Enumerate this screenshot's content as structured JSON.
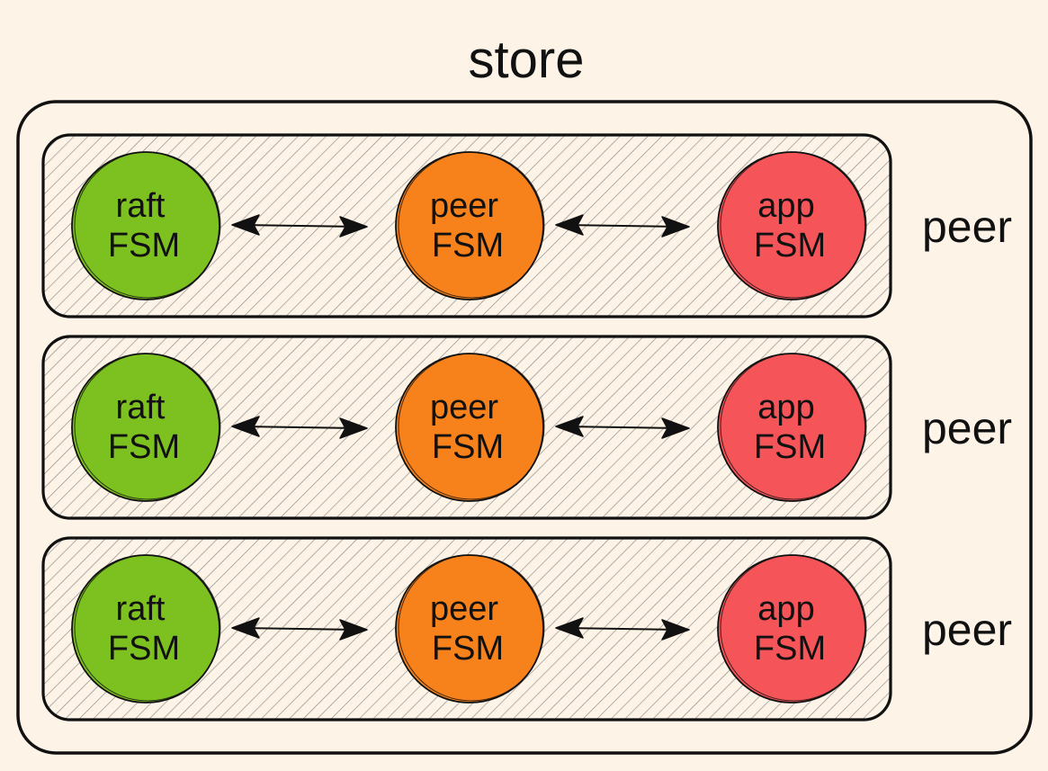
{
  "diagram": {
    "title": "store",
    "colors": {
      "background": "#fdf3e7",
      "stroke": "#111111",
      "hatch": "#8a8a8a",
      "raft": "#7cc11f",
      "peer": "#f7811a",
      "app": "#f55458"
    },
    "groups": [
      {
        "label": "peer",
        "nodes": [
          {
            "kind": "raft",
            "line1": "raft",
            "line2": "FSM"
          },
          {
            "kind": "peer",
            "line1": "peer",
            "line2": "FSM"
          },
          {
            "kind": "app",
            "line1": "app",
            "line2": "FSM"
          }
        ]
      },
      {
        "label": "peer",
        "nodes": [
          {
            "kind": "raft",
            "line1": "raft",
            "line2": "FSM"
          },
          {
            "kind": "peer",
            "line1": "peer",
            "line2": "FSM"
          },
          {
            "kind": "app",
            "line1": "app",
            "line2": "FSM"
          }
        ]
      },
      {
        "label": "peer",
        "nodes": [
          {
            "kind": "raft",
            "line1": "raft",
            "line2": "FSM"
          },
          {
            "kind": "peer",
            "line1": "peer",
            "line2": "FSM"
          },
          {
            "kind": "app",
            "line1": "app",
            "line2": "FSM"
          }
        ]
      }
    ],
    "edges_per_group": [
      {
        "from": 0,
        "to": 1,
        "direction": "both"
      },
      {
        "from": 1,
        "to": 2,
        "direction": "both"
      }
    ]
  }
}
